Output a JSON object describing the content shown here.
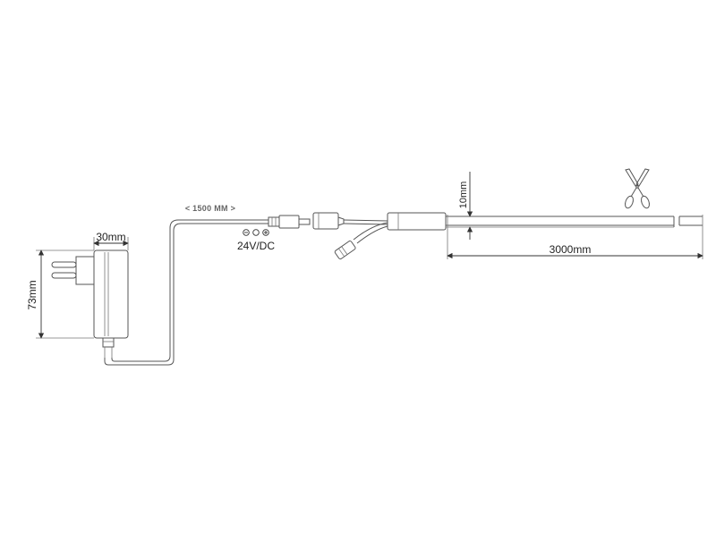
{
  "dimensions": {
    "adapter_width": "30mm",
    "adapter_height": "73mm",
    "cable_length": "< 1500 MM >",
    "strip_height": "10mm",
    "strip_length": "3000mm"
  },
  "power": {
    "voltage": "24V/DC",
    "polarity_symbols": "⊖ ○ ⊕"
  },
  "colors": {
    "line": "#555555",
    "dimension": "#333333",
    "background": "#ffffff"
  },
  "icons": [
    "scissors-icon",
    "plug-icon",
    "polarity-icon"
  ]
}
